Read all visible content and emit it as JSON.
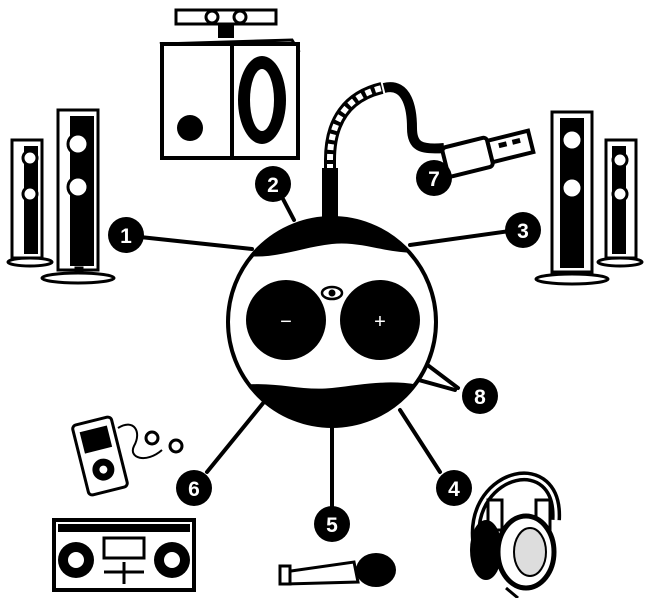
{
  "controls": {
    "volume_down_label": "−",
    "volume_up_label": "+",
    "status_icon": "eye-icon"
  },
  "callouts": [
    {
      "id": "1",
      "label": "1",
      "target": "left-tower-speakers"
    },
    {
      "id": "2",
      "label": "2",
      "target": "subwoofer"
    },
    {
      "id": "3",
      "label": "3",
      "target": "right-tower-speakers"
    },
    {
      "id": "4",
      "label": "4",
      "target": "headphones"
    },
    {
      "id": "5",
      "label": "5",
      "target": "microphone"
    },
    {
      "id": "6",
      "label": "6",
      "target": "media-player-and-stereo"
    },
    {
      "id": "7",
      "label": "7",
      "target": "usb-cable"
    },
    {
      "id": "8",
      "label": "8",
      "target": "volume-buttons"
    }
  ],
  "colors": {
    "ink": "#000000",
    "paper": "#ffffff",
    "shade": "#dddddd"
  }
}
